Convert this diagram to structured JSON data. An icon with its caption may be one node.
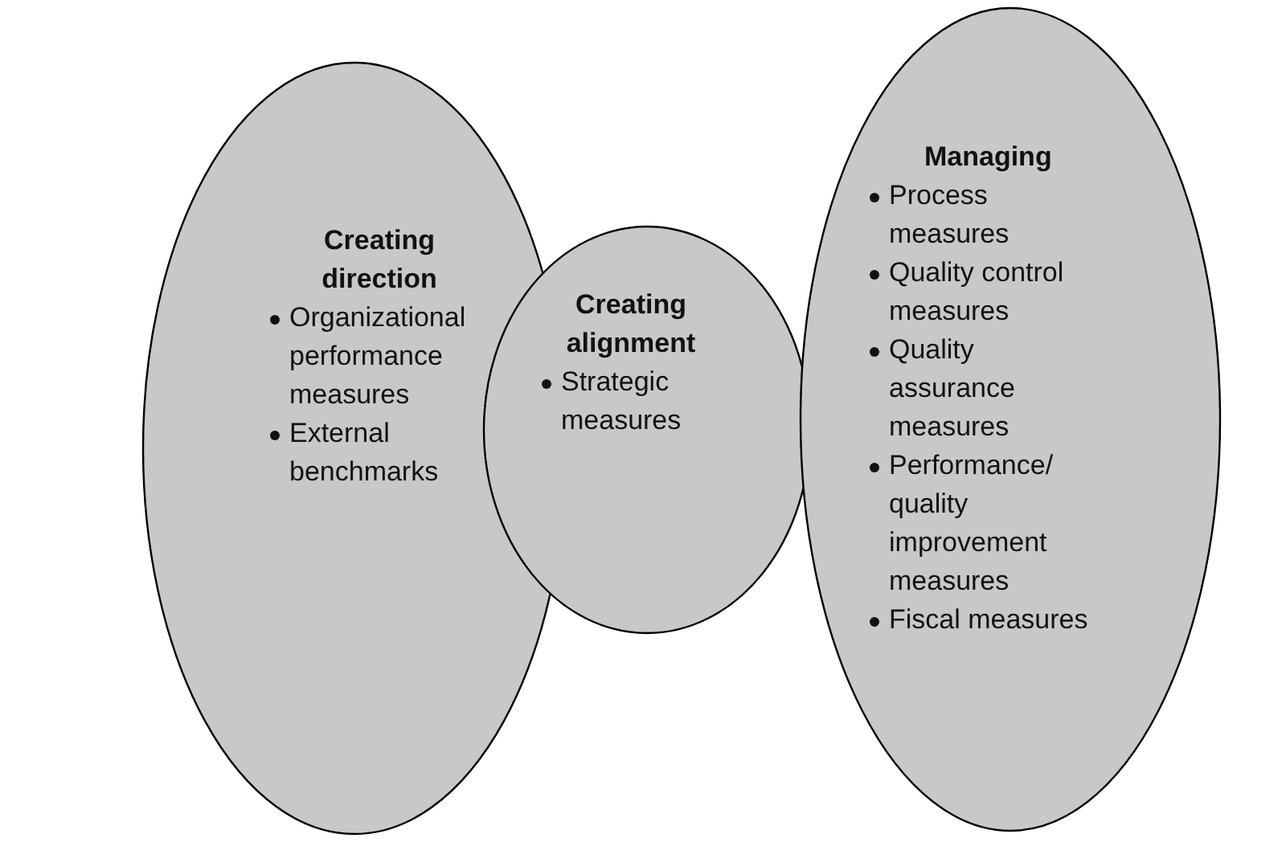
{
  "diagram": {
    "nodes": [
      {
        "text": [
          "Creating direction",
          "Organizational performance measures",
          "External benchmarks"
        ]
      },
      {
        "text": [
          "Creating alignment",
          "Strategic measures"
        ]
      },
      {
        "text": [
          "Managing",
          "Process measures",
          "Quality control measures",
          "Quality assurance measures",
          "Performance/ quality improvement measures",
          "Fiscal measures"
        ]
      }
    ]
  }
}
